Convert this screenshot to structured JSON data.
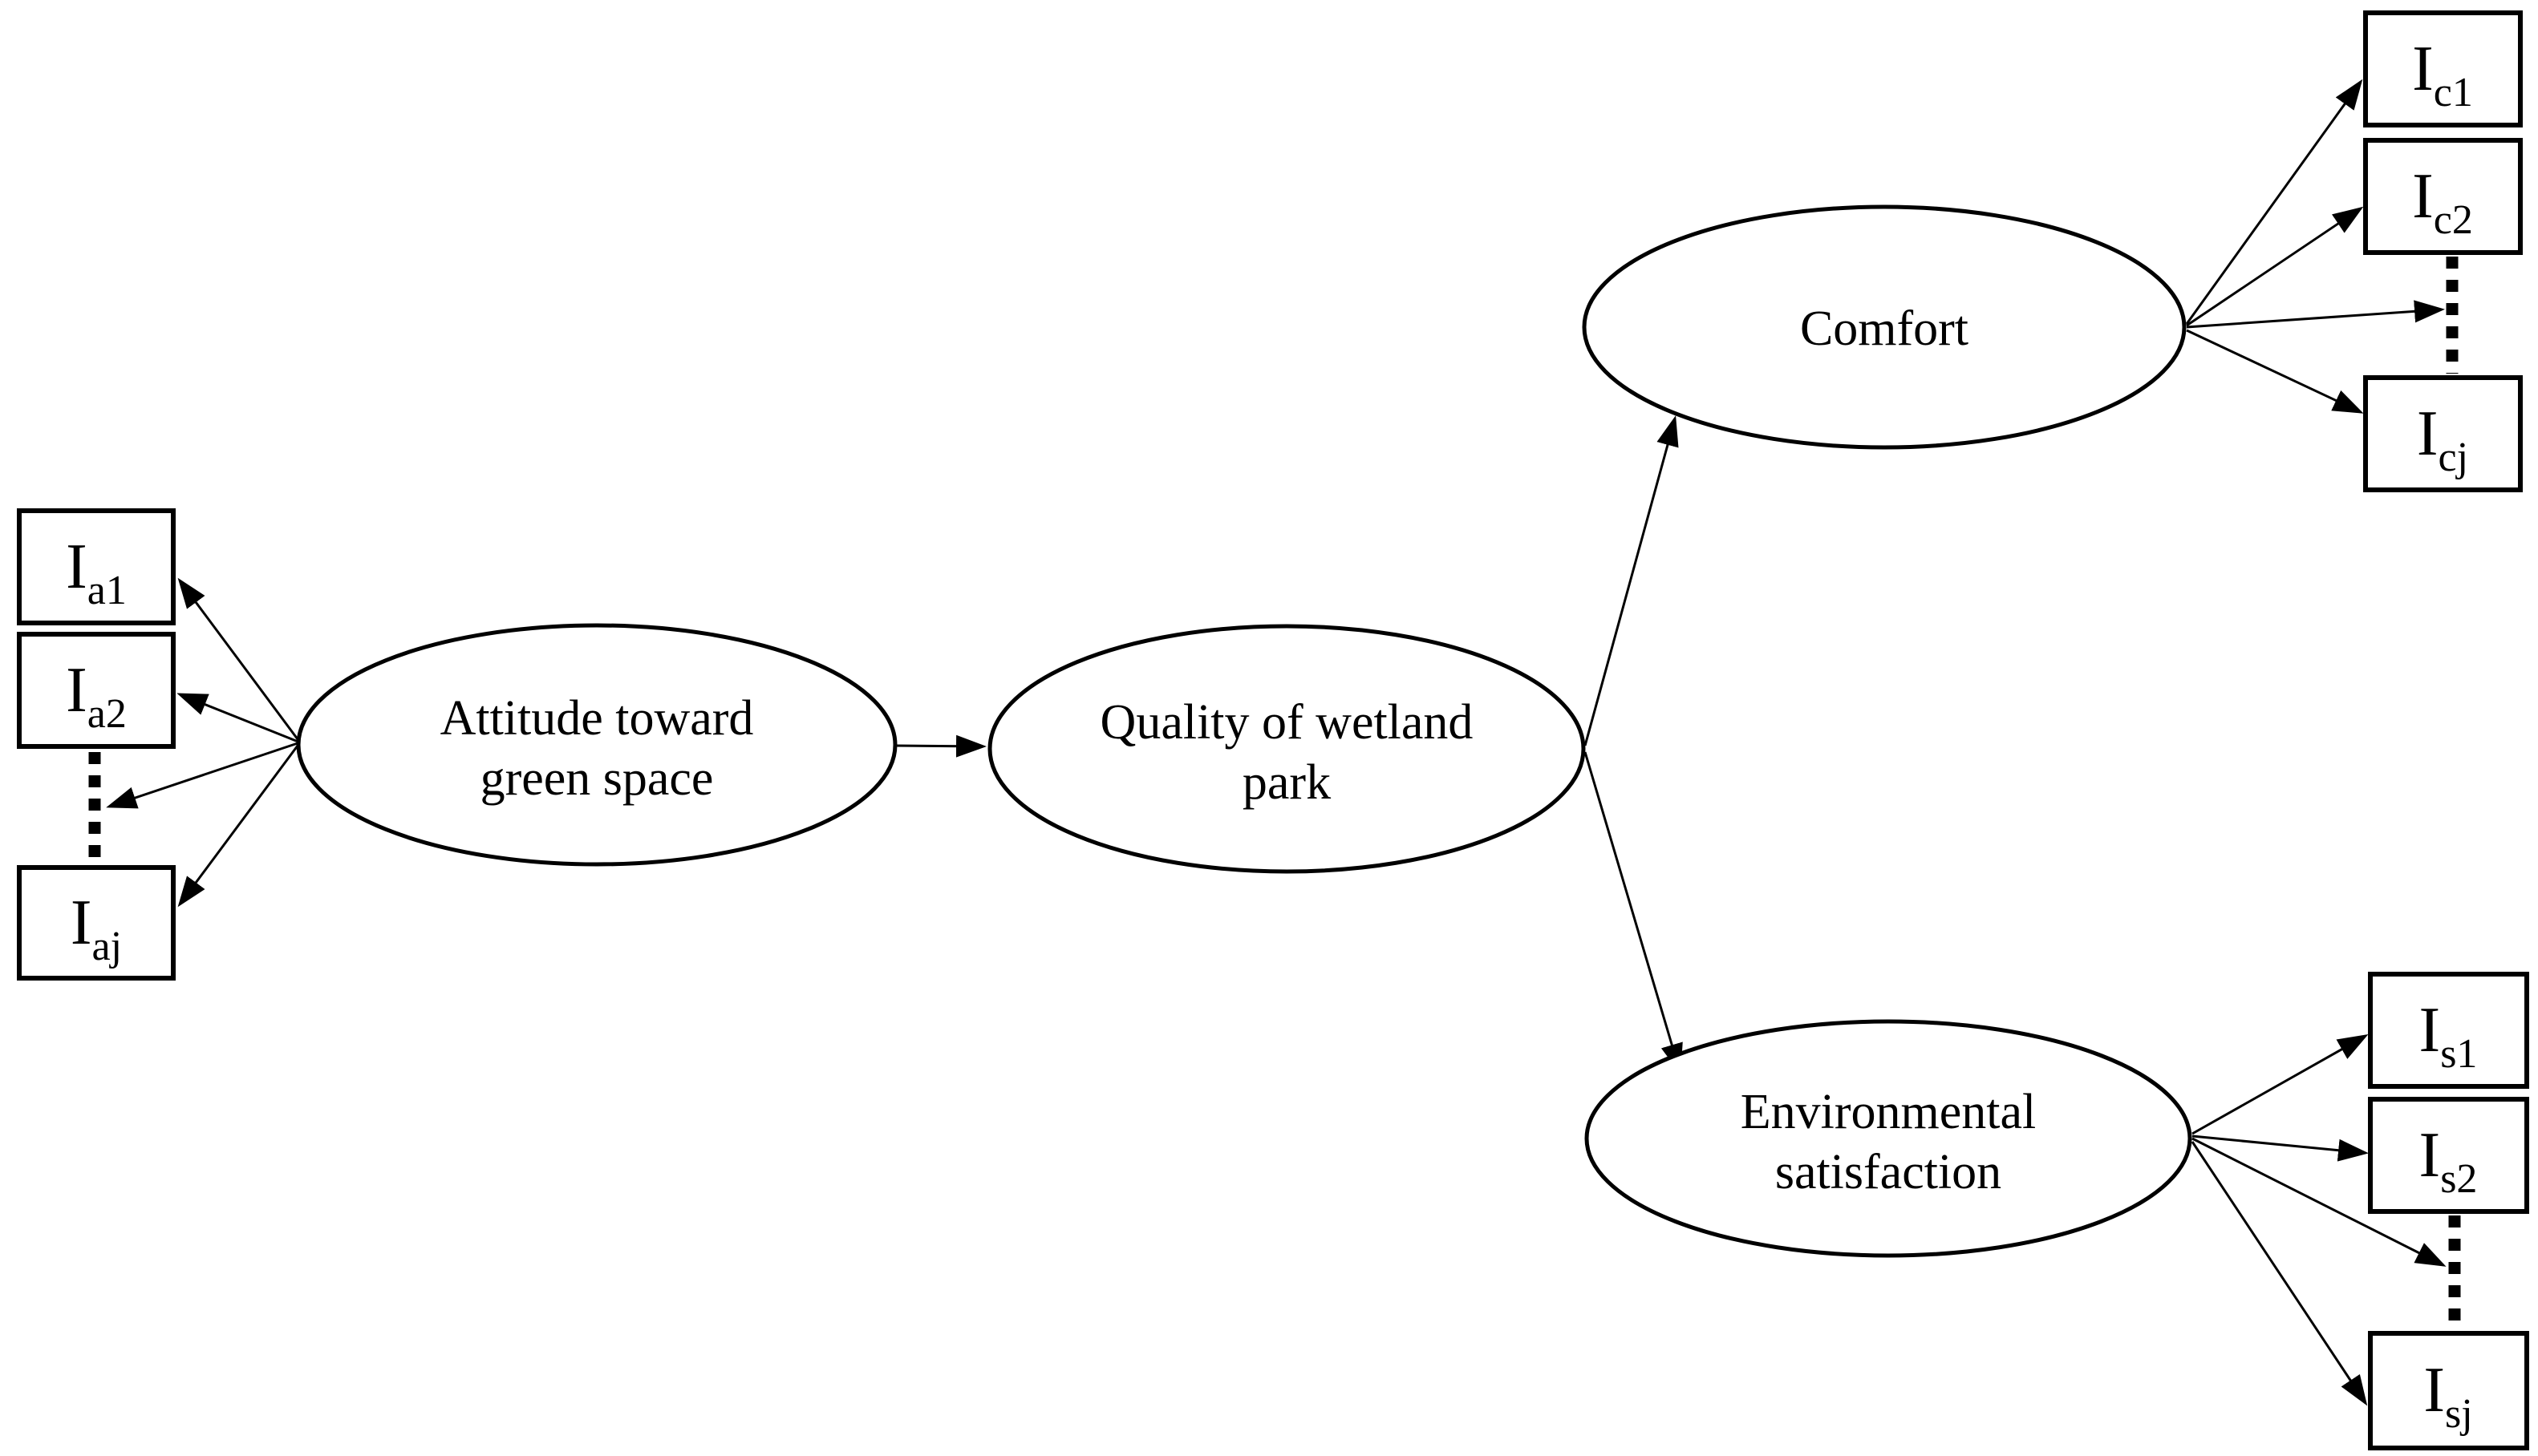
{
  "figure": {
    "type": "sem-path-diagram",
    "background_color": "#ffffff",
    "line_color": "#000000",
    "latent_variables": {
      "attitude": {
        "line1": "Attitude toward",
        "line2": "green space"
      },
      "quality": {
        "line1": "Quality of wetland",
        "line2": "park"
      },
      "comfort": {
        "label": "Comfort"
      },
      "satisfaction": {
        "line1": "Environmental",
        "line2": "satisfaction"
      }
    },
    "indicators": {
      "ia1": {
        "base": "I",
        "sub": "a1"
      },
      "ia2": {
        "base": "I",
        "sub": "a2"
      },
      "iaj": {
        "base": "I",
        "sub": "aj"
      },
      "ic1": {
        "base": "I",
        "sub": "c1"
      },
      "ic2": {
        "base": "I",
        "sub": "c2"
      },
      "icj": {
        "base": "I",
        "sub": "cj"
      },
      "is1": {
        "base": "I",
        "sub": "s1"
      },
      "is2": {
        "base": "I",
        "sub": "s2"
      },
      "isj": {
        "base": "I",
        "sub": "sj"
      }
    },
    "edges": [
      {
        "from": "attitude",
        "to": "ia1"
      },
      {
        "from": "attitude",
        "to": "ia2"
      },
      {
        "from": "attitude",
        "to": "ia-ellipsis"
      },
      {
        "from": "attitude",
        "to": "iaj"
      },
      {
        "from": "attitude",
        "to": "quality"
      },
      {
        "from": "quality",
        "to": "comfort"
      },
      {
        "from": "quality",
        "to": "satisfaction"
      },
      {
        "from": "comfort",
        "to": "ic1"
      },
      {
        "from": "comfort",
        "to": "ic2"
      },
      {
        "from": "comfort",
        "to": "ic-ellipsis"
      },
      {
        "from": "comfort",
        "to": "icj"
      },
      {
        "from": "satisfaction",
        "to": "is1"
      },
      {
        "from": "satisfaction",
        "to": "is2"
      },
      {
        "from": "satisfaction",
        "to": "is-ellipsis"
      },
      {
        "from": "satisfaction",
        "to": "isj"
      }
    ]
  }
}
